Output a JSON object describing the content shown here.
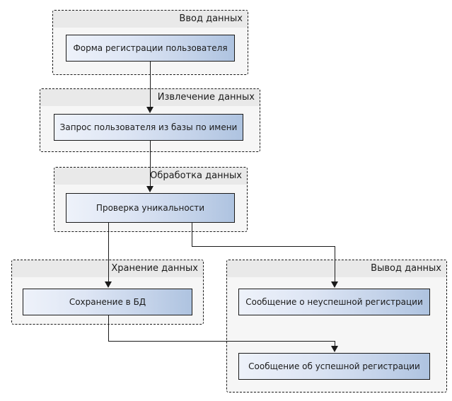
{
  "diagram": {
    "title_text": "",
    "accent_node_color": "#aec3e0",
    "group_header_color": "#e9e9e9",
    "group_body_color": "#f6f6f6",
    "line_color": "#1a1a1a",
    "groups": [
      {
        "id": "input",
        "header": "Ввод данных",
        "node": "Форма регистрации пользователя"
      },
      {
        "id": "extract",
        "header": "Извлечение данных",
        "node": "Запрос пользователя из базы по имени"
      },
      {
        "id": "process",
        "header": "Обработка данных",
        "node": "Проверка уникальности"
      },
      {
        "id": "storage",
        "header": "Хранение данных",
        "node": "Сохранение в БД"
      },
      {
        "id": "output",
        "header": "Вывод данных",
        "node_fail": "Сообщение о неуспешной регистрации",
        "node_success": "Сообщение об успешной регистрации"
      }
    ],
    "edges": [
      {
        "from": "Форма регистрации пользователя",
        "to": "Запрос пользователя из базы по имени"
      },
      {
        "from": "Запрос пользователя из базы по имени",
        "to": "Проверка уникальности"
      },
      {
        "from": "Проверка уникальности",
        "to": "Сохранение в БД"
      },
      {
        "from": "Проверка уникальности",
        "to": "Сообщение о неуспешной регистрации"
      },
      {
        "from": "Сохранение в БД",
        "to": "Сообщение об успешной регистрации"
      }
    ]
  }
}
